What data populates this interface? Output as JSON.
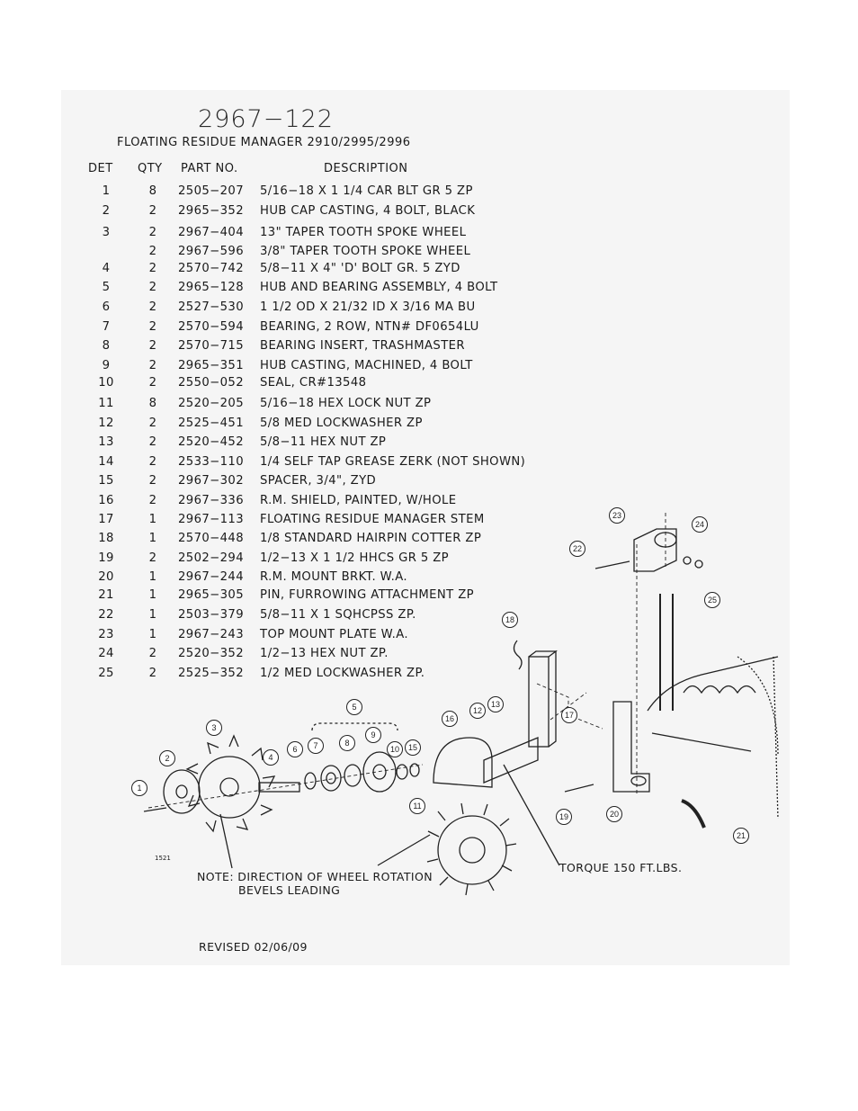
{
  "title": "2967−122",
  "subtitle": "FLOATING RESIDUE MANAGER 2910/2995/2996",
  "headers": {
    "det": "DET",
    "qty": "QTY",
    "part": "PART NO.",
    "desc": "DESCRIPTION"
  },
  "parts": [
    {
      "det": "1",
      "qty": "8",
      "part": "2505−207",
      "desc": "5/16−18 X 1 1/4 CAR BLT GR 5 ZP"
    },
    {
      "det": "2",
      "qty": "2",
      "part": "2965−352",
      "desc": "HUB CAP CASTING, 4 BOLT, BLACK"
    },
    {
      "det": "3",
      "qty": "2",
      "part": "2967−404",
      "desc": "13\" TAPER TOOTH SPOKE WHEEL"
    },
    {
      "det": "",
      "qty": "2",
      "part": "2967−596",
      "desc": "3/8\" TAPER TOOTH SPOKE WHEEL"
    },
    {
      "det": "4",
      "qty": "2",
      "part": "2570−742",
      "desc": "5/8−11 X 4\" 'D' BOLT GR. 5 ZYD"
    },
    {
      "det": "5",
      "qty": "2",
      "part": "2965−128",
      "desc": "HUB AND BEARING ASSEMBLY, 4 BOLT"
    },
    {
      "det": "6",
      "qty": "2",
      "part": "2527−530",
      "desc": "1 1/2 OD X 21/32 ID X 3/16 MA BU"
    },
    {
      "det": "7",
      "qty": "2",
      "part": "2570−594",
      "desc": "BEARING, 2 ROW, NTN# DF0654LU"
    },
    {
      "det": "8",
      "qty": "2",
      "part": "2570−715",
      "desc": "BEARING INSERT, TRASHMASTER"
    },
    {
      "det": "9",
      "qty": "2",
      "part": "2965−351",
      "desc": "HUB CASTING, MACHINED, 4 BOLT"
    },
    {
      "det": "10",
      "qty": "2",
      "part": "2550−052",
      "desc": "SEAL, CR#13548"
    },
    {
      "det": "11",
      "qty": "8",
      "part": "2520−205",
      "desc": "5/16−18 HEX LOCK NUT ZP"
    },
    {
      "det": "12",
      "qty": "2",
      "part": "2525−451",
      "desc": "5/8 MED LOCKWASHER ZP"
    },
    {
      "det": "13",
      "qty": "2",
      "part": "2520−452",
      "desc": "5/8−11 HEX NUT ZP"
    },
    {
      "det": "14",
      "qty": "2",
      "part": "2533−110",
      "desc": "1/4 SELF TAP GREASE ZERK (NOT SHOWN)"
    },
    {
      "det": "15",
      "qty": "2",
      "part": "2967−302",
      "desc": "SPACER, 3/4\", ZYD"
    },
    {
      "det": "16",
      "qty": "2",
      "part": "2967−336",
      "desc": "R.M. SHIELD, PAINTED, W/HOLE"
    },
    {
      "det": "17",
      "qty": "1",
      "part": "2967−113",
      "desc": "FLOATING RESIDUE MANAGER STEM"
    },
    {
      "det": "18",
      "qty": "1",
      "part": "2570−448",
      "desc": "1/8 STANDARD HAIRPIN COTTER ZP"
    },
    {
      "det": "19",
      "qty": "2",
      "part": "2502−294",
      "desc": "1/2−13 X 1 1/2 HHCS GR 5 ZP"
    },
    {
      "det": "20",
      "qty": "1",
      "part": "2967−244",
      "desc": "R.M. MOUNT BRKT. W.A."
    },
    {
      "det": "21",
      "qty": "1",
      "part": "2965−305",
      "desc": "PIN, FURROWING ATTACHMENT ZP"
    },
    {
      "det": "22",
      "qty": "1",
      "part": "2503−379",
      "desc": "5/8−11 X 1 SQHCPSS ZP."
    },
    {
      "det": "23",
      "qty": "1",
      "part": "2967−243",
      "desc": "TOP MOUNT PLATE W.A."
    },
    {
      "det": "24",
      "qty": "2",
      "part": "2520−352",
      "desc": "1/2−13 HEX NUT ZP."
    },
    {
      "det": "25",
      "qty": "2",
      "part": "2525−352",
      "desc": "1/2 MED LOCKWASHER ZP."
    }
  ],
  "callouts": [
    "1",
    "2",
    "3",
    "4",
    "5",
    "6",
    "7",
    "8",
    "9",
    "10",
    "11",
    "12",
    "13",
    "15",
    "16",
    "17",
    "18",
    "19",
    "20",
    "21",
    "22",
    "23",
    "24",
    "25"
  ],
  "notes": {
    "rotation_line1": "NOTE: DIRECTION OF WHEEL ROTATION",
    "rotation_line2": "BEVELS LEADING",
    "torque": "TORQUE 150 FT.LBS.",
    "drawing_code": "1521",
    "revised": "REVISED 02/06/09"
  }
}
